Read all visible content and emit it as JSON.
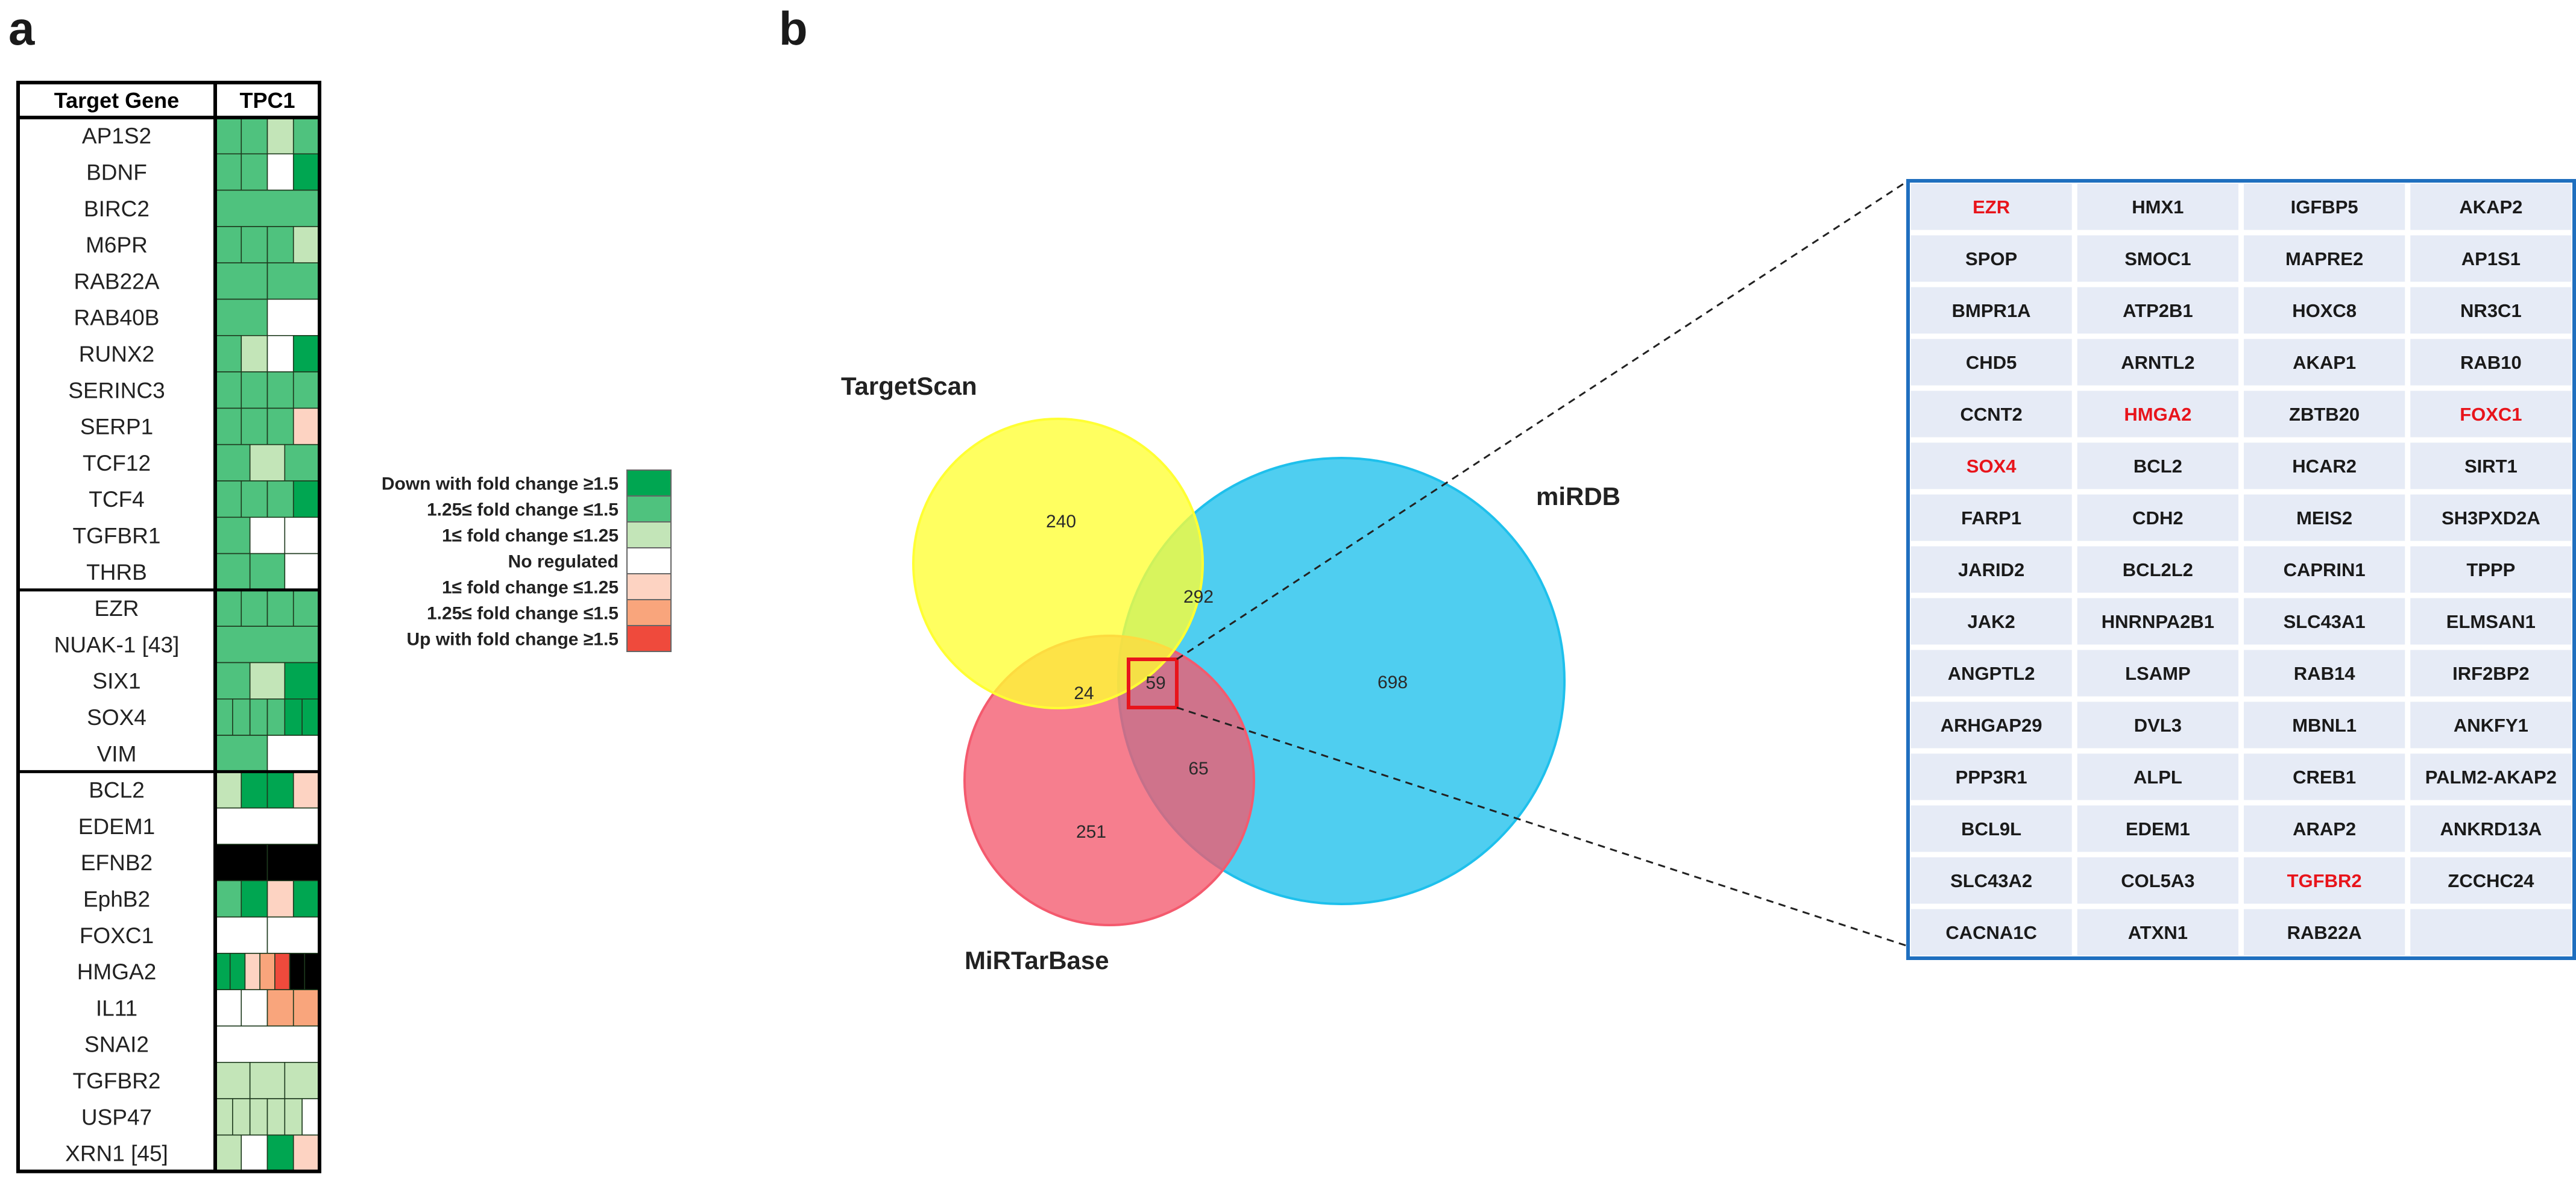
{
  "panels": {
    "a": "a",
    "b": "b"
  },
  "heatmap": {
    "header": {
      "gene": "Target Gene",
      "sample": "TPC1"
    },
    "groups": [
      {
        "rows": [
          {
            "gene": "AP1S2",
            "cells": [
              1,
              1,
              2,
              1
            ]
          },
          {
            "gene": "BDNF",
            "cells": [
              1,
              1,
              3,
              0
            ]
          },
          {
            "gene": "BIRC2",
            "cells": [
              1
            ]
          },
          {
            "gene": "M6PR",
            "cells": [
              1,
              1,
              1,
              2
            ]
          },
          {
            "gene": "RAB22A",
            "cells": [
              1,
              1
            ]
          },
          {
            "gene": "RAB40B",
            "cells": [
              1,
              3
            ]
          },
          {
            "gene": "RUNX2",
            "cells": [
              1,
              2,
              3,
              0
            ]
          },
          {
            "gene": "SERINC3",
            "cells": [
              1,
              1,
              1,
              1
            ]
          },
          {
            "gene": "SERP1",
            "cells": [
              1,
              1,
              1,
              4
            ]
          },
          {
            "gene": "TCF12",
            "cells": [
              1,
              2,
              1
            ]
          },
          {
            "gene": "TCF4",
            "cells": [
              1,
              1,
              1,
              0
            ]
          },
          {
            "gene": "TGFBR1",
            "cells": [
              1,
              3,
              3
            ]
          },
          {
            "gene": "THRB",
            "cells": [
              1,
              1,
              3
            ]
          }
        ]
      },
      {
        "rows": [
          {
            "gene": "EZR",
            "cells": [
              1,
              1,
              1,
              1
            ]
          },
          {
            "gene": "NUAK-1 [43]",
            "cells": [
              1
            ]
          },
          {
            "gene": "SIX1",
            "cells": [
              1,
              2,
              0
            ]
          },
          {
            "gene": "SOX4",
            "cells": [
              1,
              1,
              1,
              1,
              0,
              0
            ]
          },
          {
            "gene": "VIM",
            "cells": [
              1,
              3
            ]
          }
        ]
      },
      {
        "rows": [
          {
            "gene": "BCL2",
            "cells": [
              2,
              0,
              0,
              4
            ]
          },
          {
            "gene": "EDEM1",
            "cells": [
              3
            ]
          },
          {
            "gene": "EFNB2",
            "cells": [
              7,
              7
            ]
          },
          {
            "gene": "EphB2",
            "cells": [
              1,
              0,
              4,
              0
            ]
          },
          {
            "gene": "FOXC1",
            "cells": [
              3,
              3
            ]
          },
          {
            "gene": "HMGA2",
            "cells": [
              0,
              0,
              4,
              5,
              6,
              7,
              7
            ]
          },
          {
            "gene": "IL11",
            "cells": [
              3,
              3,
              5,
              5
            ]
          },
          {
            "gene": "SNAI2",
            "cells": [
              3
            ]
          },
          {
            "gene": "TGFBR2",
            "cells": [
              2,
              2,
              2
            ]
          },
          {
            "gene": "USP47",
            "cells": [
              2,
              2,
              2,
              2,
              2,
              3
            ]
          },
          {
            "gene": "XRN1 [45]",
            "cells": [
              2,
              3,
              0,
              4
            ]
          }
        ]
      }
    ]
  },
  "legend": {
    "items": [
      {
        "label": "Down with fold change ≥1.5",
        "color": "#00a651"
      },
      {
        "label": "1.25≤ fold change ≤1.5",
        "color": "#4fc27e"
      },
      {
        "label": "1≤ fold change ≤1.25",
        "color": "#c3e5b8"
      },
      {
        "label": "No regulated",
        "color": "#ffffff"
      },
      {
        "label": "1≤ fold change ≤1.25",
        "color": "#fdd3c2"
      },
      {
        "label": "1.25≤  fold change ≤1.5",
        "color": "#f9a57c"
      },
      {
        "label": "Up with fold change ≥1.5",
        "color": "#ef4a3c"
      }
    ]
  },
  "venn": {
    "sets": [
      {
        "name": "TargetScan",
        "color": "#ffff33"
      },
      {
        "name": "miRDB",
        "color": "#1ec0ec"
      },
      {
        "name": "MiRTarBase",
        "color": "#f45a6e"
      }
    ],
    "regions": {
      "targetscan_only": "240",
      "mirdb_only": "698",
      "mirtarbase_only": "251",
      "targetscan_mirdb": "292",
      "targetscan_mirtarbase": "24",
      "mirdb_mirtarbase": "65",
      "all_three": "59"
    }
  },
  "gene_table": {
    "highlight_color": "#e8141b",
    "rows": [
      [
        {
          "name": "EZR",
          "hl": true
        },
        {
          "name": "HMX1"
        },
        {
          "name": "IGFBP5"
        },
        {
          "name": "AKAP2"
        }
      ],
      [
        {
          "name": "SPOP"
        },
        {
          "name": "SMOC1"
        },
        {
          "name": "MAPRE2"
        },
        {
          "name": "AP1S1"
        }
      ],
      [
        {
          "name": "BMPR1A"
        },
        {
          "name": "ATP2B1"
        },
        {
          "name": "HOXC8"
        },
        {
          "name": "NR3C1"
        }
      ],
      [
        {
          "name": "CHD5"
        },
        {
          "name": "ARNTL2"
        },
        {
          "name": "AKAP1"
        },
        {
          "name": "RAB10"
        }
      ],
      [
        {
          "name": "CCNT2"
        },
        {
          "name": "HMGA2",
          "hl": true
        },
        {
          "name": "ZBTB20"
        },
        {
          "name": "FOXC1",
          "hl": true
        }
      ],
      [
        {
          "name": "SOX4",
          "hl": true
        },
        {
          "name": "BCL2"
        },
        {
          "name": "HCAR2"
        },
        {
          "name": "SIRT1"
        }
      ],
      [
        {
          "name": "FARP1"
        },
        {
          "name": "CDH2"
        },
        {
          "name": "MEIS2"
        },
        {
          "name": "SH3PXD2A"
        }
      ],
      [
        {
          "name": "JARID2"
        },
        {
          "name": "BCL2L2"
        },
        {
          "name": "CAPRIN1"
        },
        {
          "name": "TPPP"
        }
      ],
      [
        {
          "name": "JAK2"
        },
        {
          "name": "HNRNPA2B1"
        },
        {
          "name": "SLC43A1"
        },
        {
          "name": "ELMSAN1"
        }
      ],
      [
        {
          "name": "ANGPTL2"
        },
        {
          "name": "LSAMP"
        },
        {
          "name": "RAB14"
        },
        {
          "name": "IRF2BP2"
        }
      ],
      [
        {
          "name": "ARHGAP29"
        },
        {
          "name": "DVL3"
        },
        {
          "name": "MBNL1"
        },
        {
          "name": "ANKFY1"
        }
      ],
      [
        {
          "name": "PPP3R1"
        },
        {
          "name": "ALPL"
        },
        {
          "name": "CREB1"
        },
        {
          "name": "PALM2-AKAP2"
        }
      ],
      [
        {
          "name": "BCL9L"
        },
        {
          "name": "EDEM1"
        },
        {
          "name": "ARAP2"
        },
        {
          "name": "ANKRD13A"
        }
      ],
      [
        {
          "name": "SLC43A2"
        },
        {
          "name": "COL5A3"
        },
        {
          "name": "TGFBR2",
          "hl": true
        },
        {
          "name": "ZCCHC24"
        }
      ],
      [
        {
          "name": "CACNA1C"
        },
        {
          "name": "ATXN1"
        },
        {
          "name": "RAB22A"
        },
        {
          "name": ""
        }
      ]
    ]
  }
}
